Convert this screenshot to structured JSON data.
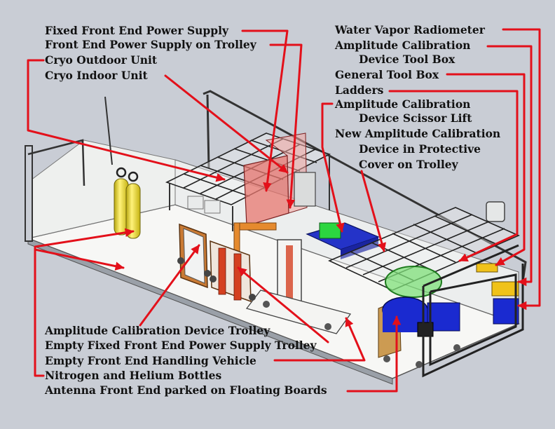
{
  "colors": {
    "background": "#c9cdd5",
    "callout_line": "#e3101a",
    "label_text": "#111111",
    "cylinder": "#f4e71e",
    "blue_unit": "#1428c8",
    "green_box": "#2cd640",
    "orange_frame": "#e58a2e",
    "red_frame": "#d44020"
  },
  "labels": {
    "fixed_fe_power_supply": "Fixed Front End Power Supply",
    "fe_power_supply_trolley": "Front End Power Supply on Trolley",
    "cryo_outdoor_unit": "Cryo Outdoor Unit",
    "cryo_indoor_unit": "Cryo Indoor Unit",
    "water_vapor_radiometer": "Water Vapor Radiometer",
    "amp_cal_tool_box_line1": "Amplitude Calibration",
    "amp_cal_tool_box_line2": "Device Tool Box",
    "general_tool_box": "General Tool Box",
    "ladders": "Ladders",
    "amp_cal_scissor_line1": "Amplitude Calibration",
    "amp_cal_scissor_line2": "Device Scissor Lift",
    "new_amp_cal_line1": "New Amplitude Calibration",
    "new_amp_cal_line2": "Device in Protective",
    "new_amp_cal_line3": "Cover on Trolley",
    "amp_cal_device_trolley": "Amplitude Calibration Device Trolley",
    "empty_fixed_fe_ps_trolley": "Empty Fixed Front End Power Supply Trolley",
    "empty_fe_handling_vehicle": "Empty Front End Handling Vehicle",
    "nitrogen_helium_bottles": "Nitrogen and Helium Bottles",
    "antenna_fe_floating_boards": "Antenna Front End parked on Floating Boards"
  }
}
